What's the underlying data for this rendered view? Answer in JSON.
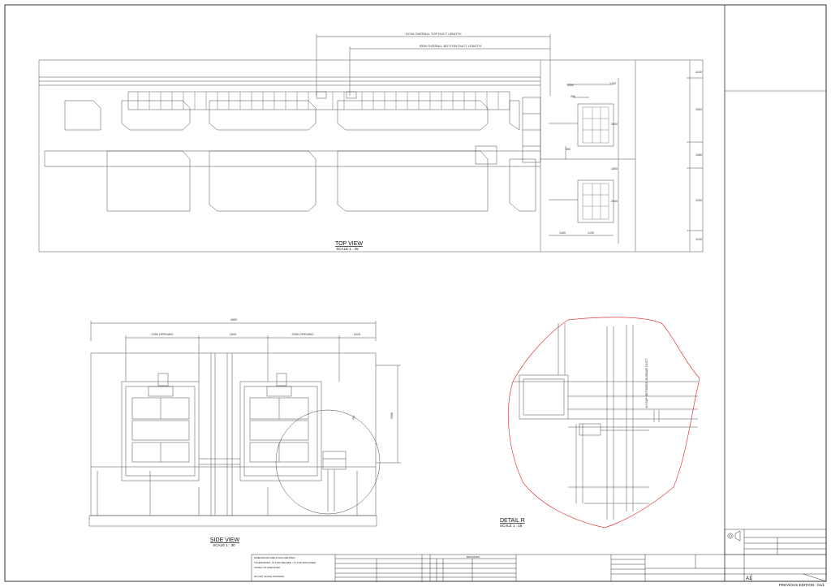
{
  "views": {
    "top": {
      "title": "TOP VIEW",
      "scale": "SCALE 1 : 45"
    },
    "side": {
      "title": "SIDE VIEW",
      "scale": "SCALE 1 : 30"
    },
    "detail": {
      "title": "DETAIL R",
      "scale": "SCALE 1 : 15"
    }
  },
  "dimensions": {
    "overall_top_duct": "10746 OVERALL TOP DUCT LENGTH",
    "overall_bottom_duct": "9590 OVERALL BOTTOM DUCT LENGTH",
    "top_small": [
      "3000",
      "250",
      "1700",
      "2000",
      "590",
      "1800",
      "2000",
      "1400",
      "2100"
    ],
    "top_right": [
      "1100",
      "2500",
      "1980",
      "2250",
      "1100"
    ],
    "side_overall": "4650",
    "side_opening_left": "2250 OPENING",
    "side_gap": "1900",
    "side_opening_right": "2250 OPENING",
    "side_right": "1025",
    "side_height": "2960",
    "side_circle": "R0",
    "detail_note": "40 GAP BETWEEN BUSBAR DUCT"
  },
  "title_block": {
    "notes": [
      "DIMENSIONS ARE IN MILLIMETRES",
      "TOLERANCES: ±2 FOR WELDED / ±1 FOR MACHINED",
      "FINISH: AS SPECIFIED",
      "DO NOT SCALE DRAWING"
    ],
    "rev_heading": "REVISIONS",
    "previous_edition": "PREVIOUS EDITION : 01/1",
    "sheet_size": "A1"
  },
  "colors": {
    "line": "#4a4a4a",
    "detail_boundary": "#e23b3b",
    "border": "#333333"
  }
}
